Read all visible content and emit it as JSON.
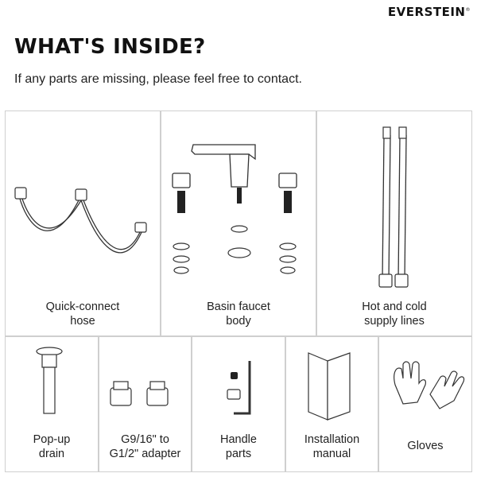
{
  "header": {
    "brand": "EVERSTEIN",
    "brand_mark": "®",
    "title": "WHAT'S INSIDE?",
    "subtitle": "If any parts are missing, please feel free to contact."
  },
  "items": [
    {
      "id": "hose",
      "line1": "Quick-connect",
      "line2": "hose",
      "icon": "braided-hose-icon"
    },
    {
      "id": "faucet",
      "line1": "Basin faucet",
      "line2": "body",
      "icon": "faucet-body-icon"
    },
    {
      "id": "supply",
      "line1": "Hot and cold",
      "line2": "supply lines",
      "icon": "supply-lines-icon"
    },
    {
      "id": "drain",
      "line1": "Pop-up",
      "line2": "drain",
      "icon": "pop-up-drain-icon"
    },
    {
      "id": "adapter",
      "line1": "G9/16\" to",
      "line2": "G1/2\" adapter",
      "icon": "adapter-fittings-icon"
    },
    {
      "id": "handle",
      "line1": "Handle",
      "line2": "parts",
      "icon": "allen-key-icon"
    },
    {
      "id": "manual",
      "line1": "Installation",
      "line2": "manual",
      "icon": "manual-booklet-icon"
    },
    {
      "id": "gloves",
      "line1": "Gloves",
      "line2": "",
      "icon": "gloves-icon"
    }
  ]
}
